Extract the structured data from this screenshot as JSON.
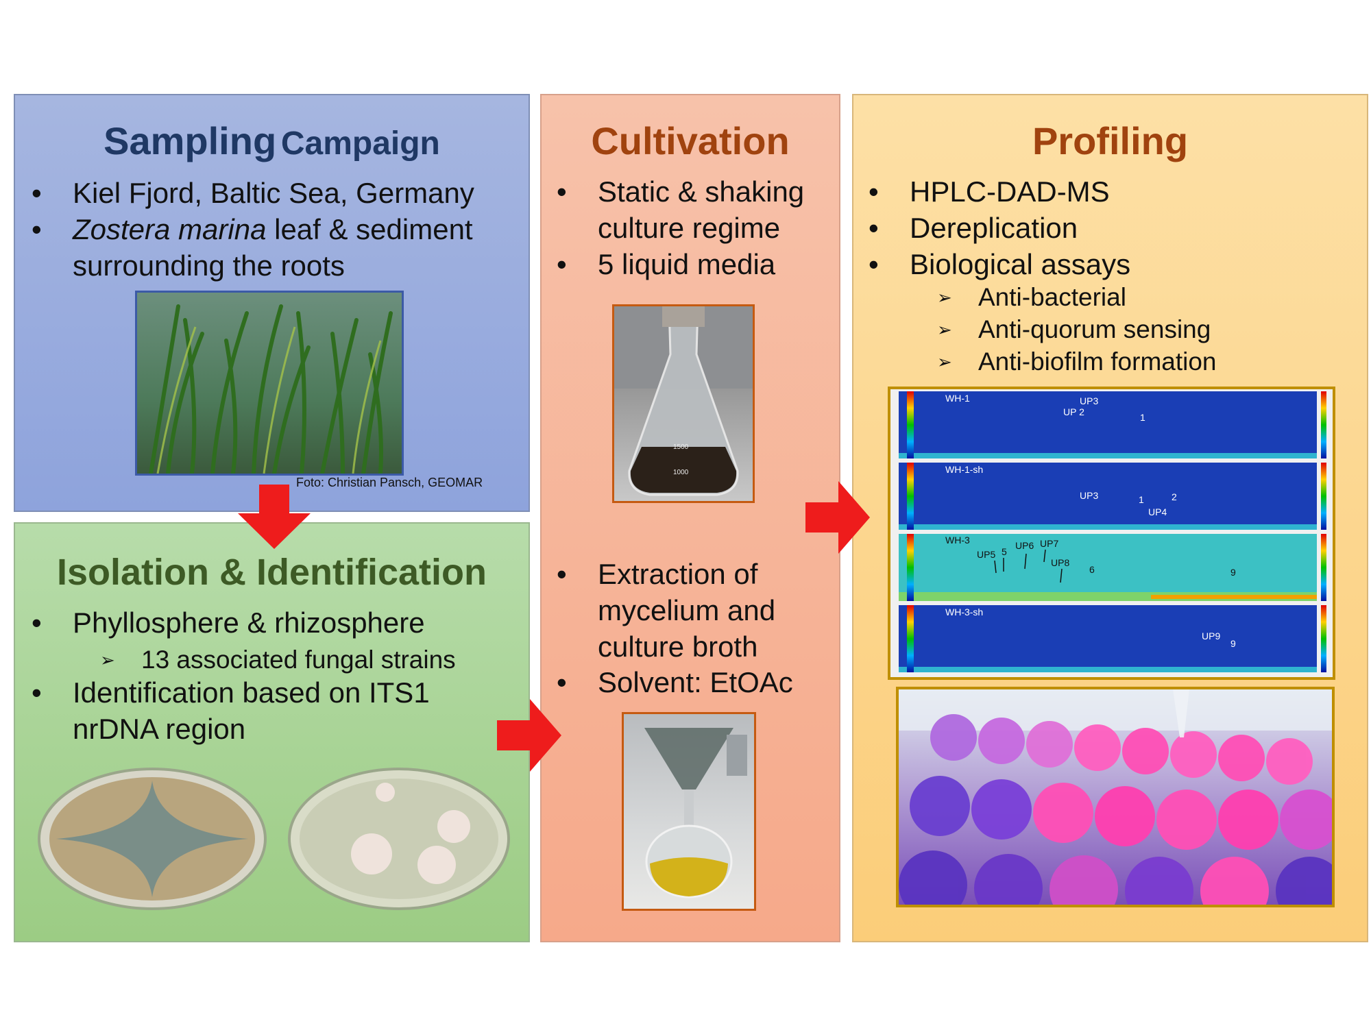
{
  "sampling": {
    "title_part1": "Sampling",
    "title_part2": "Campaign",
    "bullets": [
      {
        "line1": "Kiel Fjord, Baltic Sea, Germany"
      },
      {
        "italic": "Zostera marina",
        "rest": " leaf & sediment",
        "line2": "surrounding the roots"
      }
    ],
    "credit": "Foto: Christian Pansch, GEOMAR"
  },
  "isolation": {
    "title": "Isolation & Identification",
    "bullet1": "Phyllosphere & rhizosphere",
    "sub1": "13 associated fungal strains",
    "bullet2_line1": "Identification based on ITS1",
    "bullet2_line2": "nrDNA region"
  },
  "cultivation": {
    "title": "Cultivation",
    "b1_line1": "Static & shaking",
    "b1_line2": "culture regime",
    "b2": "5 liquid media",
    "b3_line1": "Extraction of",
    "b3_line2": "mycelium and",
    "b3_line3": "culture broth",
    "b4": "Solvent: EtOAc",
    "flask_marks": [
      "1500",
      "1000"
    ]
  },
  "profiling": {
    "title": "Profiling",
    "bullets": [
      "HPLC-DAD-MS",
      "Dereplication",
      "Biological assays"
    ],
    "subs": [
      "Anti-bacterial",
      "Anti-quorum sensing",
      "Anti-biofilm formation"
    ],
    "traces": [
      {
        "name": "WH-1",
        "labels": [
          "UP3",
          "UP 2",
          "1"
        ]
      },
      {
        "name": "WH-1-sh",
        "labels": [
          "UP3",
          "1",
          "2",
          "UP4"
        ]
      },
      {
        "name": "WH-3",
        "labels": [
          "UP5",
          "5",
          "UP6",
          "UP7",
          "UP8",
          "6",
          "9"
        ]
      },
      {
        "name": "WH-3-sh",
        "labels": [
          "UP9",
          "9"
        ]
      }
    ]
  },
  "colors": {
    "title_blue": "#1f3864",
    "title_green": "#3d5a25",
    "title_orange": "#a0430f",
    "arrow_red": "#ee1c1c",
    "image_border_blue": "#3c5aa6",
    "image_border_orange": "#c55a11",
    "image_border_gold": "#bf8f00"
  }
}
